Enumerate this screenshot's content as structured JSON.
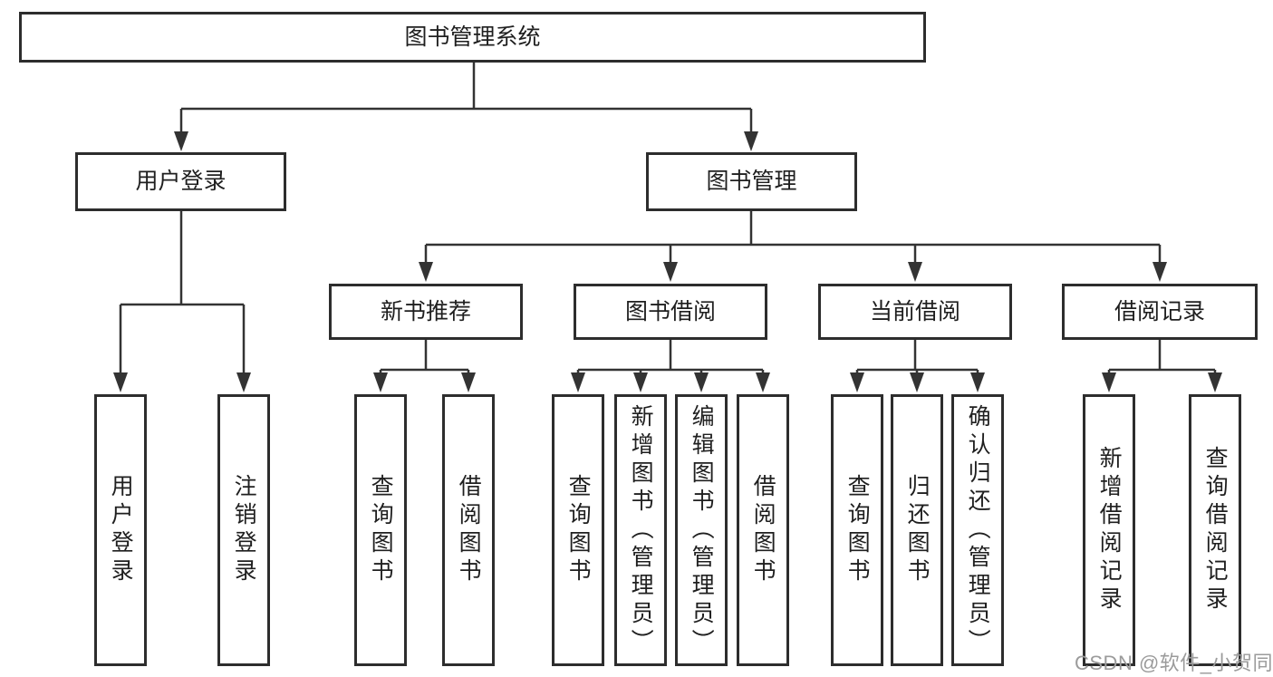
{
  "title": "图书管理系统",
  "watermark": {
    "text": "CSDN @软件_小贺同学"
  },
  "colors": {
    "line": "#333333",
    "box_border": "#2d2d2d",
    "text": "#1f1f1f",
    "watermark": "#9b9b9b",
    "background": "#ffffff"
  },
  "tree": {
    "root": {
      "label": "图书管理系统"
    },
    "children": [
      {
        "label": "用户登录",
        "children": [
          {
            "label": "用户登录"
          },
          {
            "label": "注销登录"
          }
        ]
      },
      {
        "label": "图书管理",
        "children": [
          {
            "label": "新书推荐",
            "children": [
              {
                "label": "查询图书"
              },
              {
                "label": "借阅图书"
              }
            ]
          },
          {
            "label": "图书借阅",
            "children": [
              {
                "label": "查询图书"
              },
              {
                "label": "新增图书（管理员）"
              },
              {
                "label": "编辑图书（管理员）"
              },
              {
                "label": "借阅图书"
              }
            ]
          },
          {
            "label": "当前借阅",
            "children": [
              {
                "label": "查询图书"
              },
              {
                "label": "归还图书"
              },
              {
                "label": "确认归还（管理员）"
              }
            ]
          },
          {
            "label": "借阅记录",
            "children": [
              {
                "label": "新增借阅记录"
              },
              {
                "label": "查询借阅记录"
              }
            ]
          }
        ]
      }
    ]
  }
}
